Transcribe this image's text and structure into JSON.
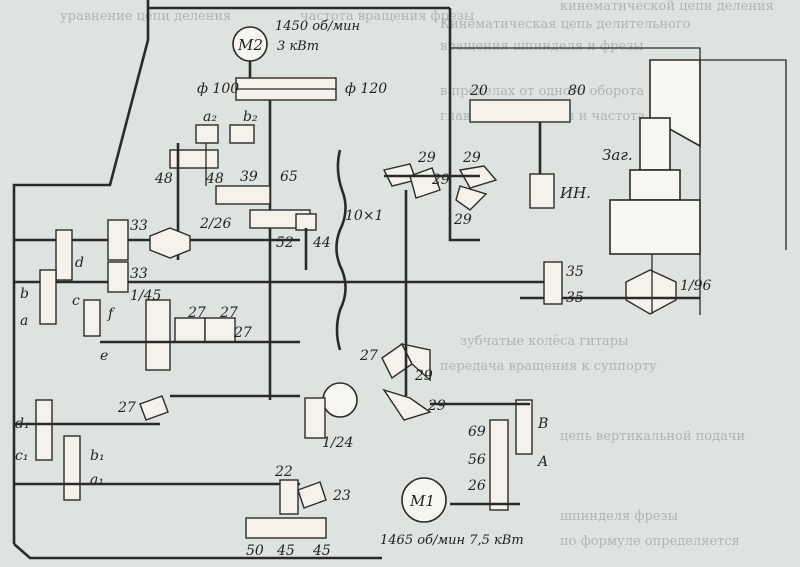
{
  "background_text_lines": [
    "Кинематическая цепь делительного",
    "вращения шпинделя и фрезы",
    "кинематической цепи деления",
    "в пределах от одного оборота",
    "главного движения и частота",
    "частота вращения фрезы",
    "уравнение цепи деления",
    "зубчатые колёса гитары",
    "передача вращения к суппорту",
    "цепь вертикальной подачи",
    "шпинделя фрезы",
    "по формуле определяется"
  ],
  "motors": {
    "m2": {
      "label": "M2",
      "spec_line1": "1450 об/мин",
      "spec_line2": "3 кВт"
    },
    "m1": {
      "label": "M1",
      "spec": "1465 об/мин  7,5 кВт"
    }
  },
  "gear_labels": {
    "d100": "ф 100",
    "d120": "ф 120",
    "a2": "a₂",
    "b2": "b₂",
    "g48a": "48",
    "g48b": "48",
    "g39": "39",
    "g65": "65",
    "ratio_2_26": "2/26",
    "g52": "52",
    "g44": "44",
    "screw": "10×1",
    "g33a": "33",
    "g33b": "33",
    "d": "d",
    "b": "b",
    "c": "c",
    "a": "a",
    "f": "f",
    "e": "e",
    "ratio_1_45": "1/45",
    "g27a": "27",
    "g27b": "27",
    "g27c": "27",
    "g27d": "27",
    "g27e": "27",
    "g29a": "29",
    "g29b": "29",
    "g29c": "29",
    "g29d": "29",
    "g29e": "29",
    "g29f": "29",
    "g20": "20",
    "g80": "80",
    "in": "ИН.",
    "zag": "Заг.",
    "g35a": "35",
    "g35b": "35",
    "ratio_1_96": "1/96",
    "d1": "d₁",
    "c1": "c₁",
    "b1": "b₁",
    "a1": "a₁",
    "ratio_1_24": "1/24",
    "g69": "69",
    "g56": "56",
    "g26": "26",
    "B": "B",
    "A": "A",
    "g22": "22",
    "g23": "23",
    "g50": "50",
    "g45a": "45",
    "g45b": "45"
  }
}
